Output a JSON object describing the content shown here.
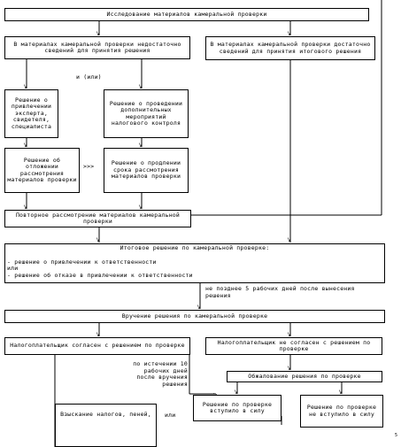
{
  "boxes": {
    "b1": "Исследование материалов камеральной проверки",
    "b2": "В материалах камеральной проверки недостаточно сведений для принятия решения",
    "b3": "В материалах камеральной проверки достаточно сведений для принятия итогового решения",
    "b4": "Решение о привлечении эксперта, свидетеля, специалиста",
    "b5": "Решение о проведении дополнительных мероприятий налогового контроля",
    "b6": "Решение об отложении рассмотрения материалов проверки",
    "b7": "Решение о продлении срока рассмотрения материалов проверки",
    "b8": "Повторное рассмотрение материалов камеральной проверки",
    "b9_title": "Итоговое решение по камеральной проверке:",
    "b9_l1": "- решение о привлечении к ответственности",
    "b9_l2": "или",
    "b9_l3": "- решение об отказе в привлечении к ответственности",
    "b10": "Вручение решения по камеральной проверке",
    "b11": "Налогоплательщик согласен с решением по проверке",
    "b12": "Налогоплательщик не согласен с решением по проверке",
    "b13": "Обжалование решения по проверке",
    "b14": "Взыскание налогов, пеней,",
    "b15": "Решение по проверке вступило в силу",
    "b16": "Решение по проверке не вступило в силу"
  },
  "labels": {
    "and_or": "и (или)",
    "arrows": ">>>",
    "deadline": "не позднее 5 рабочих дней после вынесения решения",
    "after10": "по истечении 10 рабочих дней после вручения решения",
    "or": "или",
    "page": "5"
  }
}
